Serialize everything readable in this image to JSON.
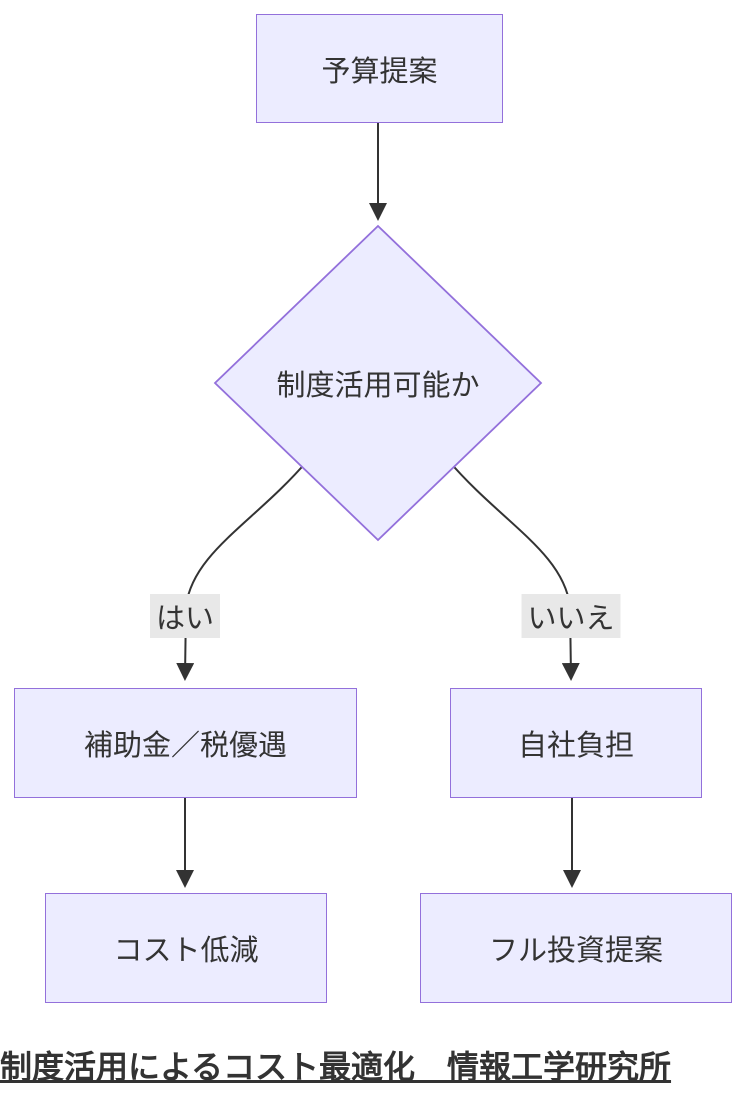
{
  "diagram": {
    "type": "flowchart",
    "nodes": {
      "budget": {
        "label": "予算提案"
      },
      "decision": {
        "label": "制度活用可能か"
      },
      "subsidy": {
        "label": "補助金／税優遇"
      },
      "self_funded": {
        "label": "自社負担"
      },
      "cost_reduction": {
        "label": "コスト低減"
      },
      "full_investment": {
        "label": "フル投資提案"
      }
    },
    "edge_labels": {
      "yes": "はい",
      "no": "いいえ"
    },
    "caption": "制度活用によるコスト最適化　情報工学研究所",
    "colors": {
      "node_fill": "#ECECFF",
      "node_border": "#9370DB",
      "edge_stroke": "#333333",
      "edge_label_bg": "#e8e8e8",
      "text": "#333333"
    }
  }
}
